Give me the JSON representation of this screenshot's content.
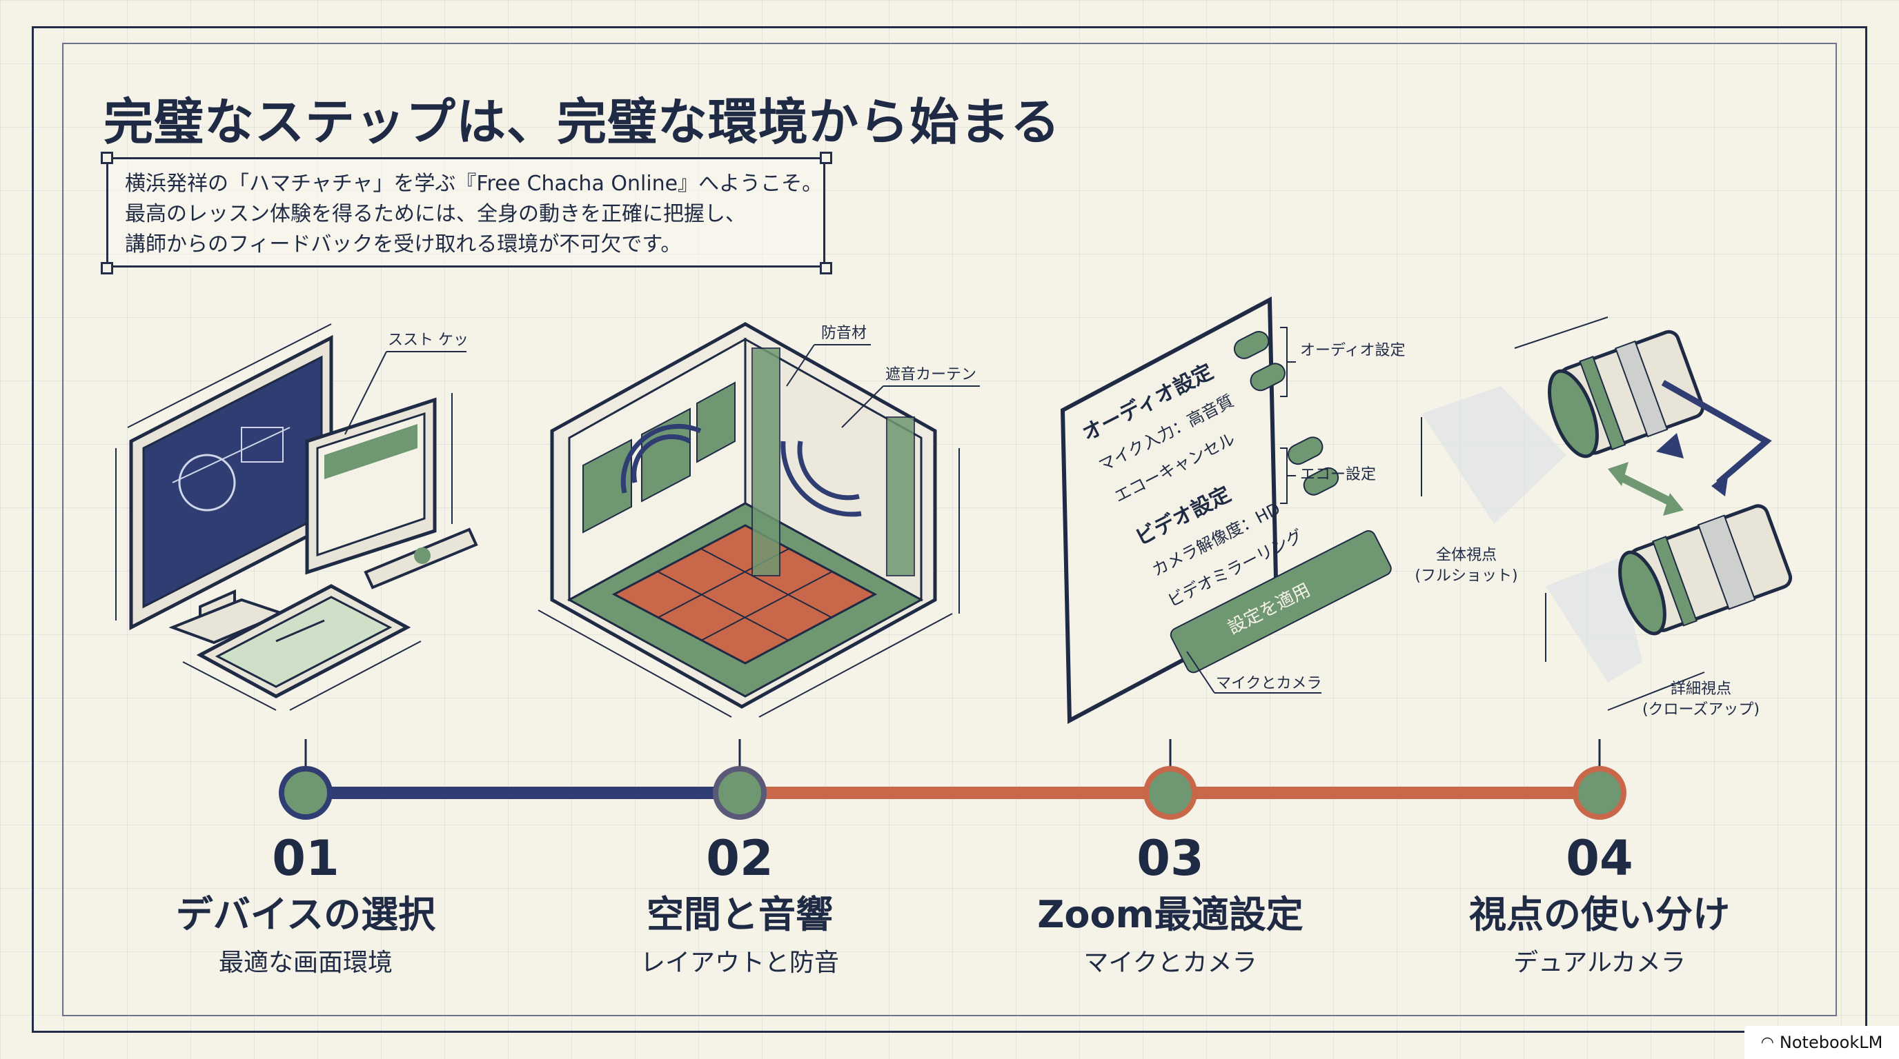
{
  "title": "完璧なステップは、完璧な環境から始まる",
  "intro": {
    "line1": "横浜発祥の「ハマチャチャ」を学ぶ『Free Chacha Online』へようこそ。",
    "line2": "最高のレッスン体験を得るためには、全身の動きを正確に把握し、",
    "line3": "講師からのフィードバックを受け取れる環境が不可欠です。"
  },
  "callouts": {
    "device_stand": "ススト ケッ",
    "soundproof": "防音材",
    "curtain": "遮音カーテン",
    "audio_settings": "オーディオ設定",
    "echo_settings": "エコー設定",
    "mic_camera": "マイクとカメラ",
    "full_view": "全体視点",
    "full_shot": "(フルショット)",
    "detail_view": "詳細視点",
    "close_up": "(クローズアップ)"
  },
  "zoom_panel": {
    "row1": "オーディオ設定",
    "row2": "マイク入力：高音質",
    "row3": "エコーキャンセル",
    "row4": "ビデオ設定",
    "row5": "カメラ解像度：HD",
    "row6": "ビデオミラーリング",
    "button": "設定を適用"
  },
  "steps": [
    {
      "number": "01",
      "title": "デバイスの選択",
      "subtitle": "最適な画面環境"
    },
    {
      "number": "02",
      "title": "空間と音響",
      "subtitle": "レイアウトと防音"
    },
    {
      "number": "03",
      "title": "Zoom最適設定",
      "subtitle": "マイクとカメラ"
    },
    {
      "number": "04",
      "title": "視点の使い分け",
      "subtitle": "デュアルカメラ"
    }
  ],
  "colors": {
    "navy": "#2f3d73",
    "terracotta": "#c9674a",
    "sage": "#6f9872",
    "ink": "#1f2a44",
    "paper": "#f5f2e8"
  },
  "watermark": "NotebookLM"
}
